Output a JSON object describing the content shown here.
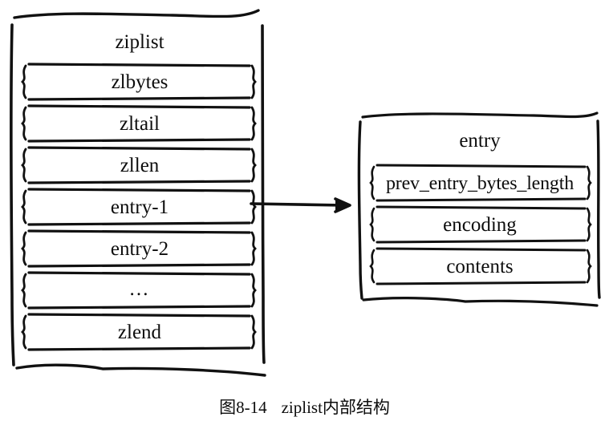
{
  "figure": {
    "caption_number": "图8-14",
    "caption_title": "ziplist内部结构",
    "ink_color": "#111111",
    "background_color": "#ffffff"
  },
  "ziplist_struct": {
    "title": "ziplist",
    "rows": [
      {
        "label": "zlbytes"
      },
      {
        "label": "zltail"
      },
      {
        "label": "zllen"
      },
      {
        "label": "entry-1"
      },
      {
        "label": "entry-2"
      },
      {
        "label": "…"
      },
      {
        "label": "zlend"
      }
    ]
  },
  "entry_struct": {
    "title": "entry",
    "rows": [
      {
        "label": "prev_entry_bytes_length"
      },
      {
        "label": "encoding"
      },
      {
        "label": "contents"
      }
    ]
  },
  "connector": {
    "from_row_label": "entry-1",
    "to_struct_title": "entry",
    "arrow_icon": "arrow-right-icon"
  }
}
